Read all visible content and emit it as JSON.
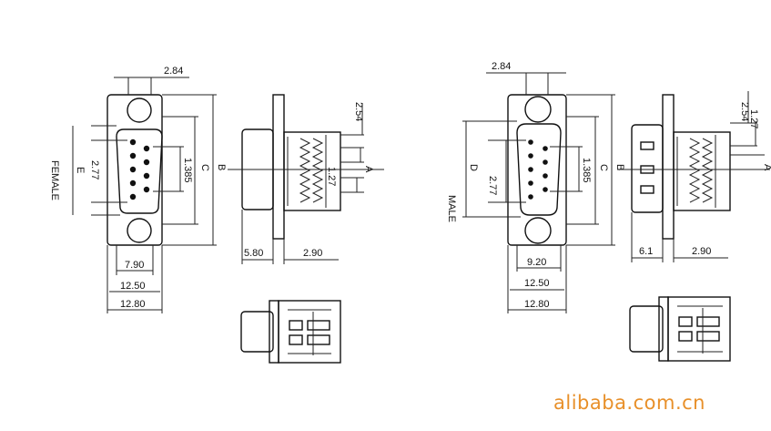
{
  "female": {
    "label": "FEMALE",
    "dims": {
      "top": "2.84",
      "E": "E",
      "pitch": "2.77",
      "C": "C",
      "B": "B",
      "row": "1.385",
      "width_inner": "7.90",
      "width_mid": "12.50",
      "width_outer": "12.80"
    },
    "side": {
      "pitch": "2.54",
      "row": "1.27",
      "A": "A",
      "depth_left": "5.80",
      "depth_right": "2.90"
    }
  },
  "male": {
    "label": "MALE",
    "dims": {
      "top": "2.84",
      "D": "D",
      "pitch": "2.77",
      "C": "C",
      "B": "B",
      "row": "1.385",
      "width_inner": "9.20",
      "width_mid": "12.50",
      "width_outer": "12.80"
    },
    "side": {
      "pitch": "2.54",
      "row": "1.27",
      "A": "A",
      "depth_left": "6.1",
      "depth_right": "2.90"
    }
  },
  "watermark": "alibaba.com.cn",
  "colors": {
    "line": "#222222",
    "watermark": "#e8902a"
  }
}
